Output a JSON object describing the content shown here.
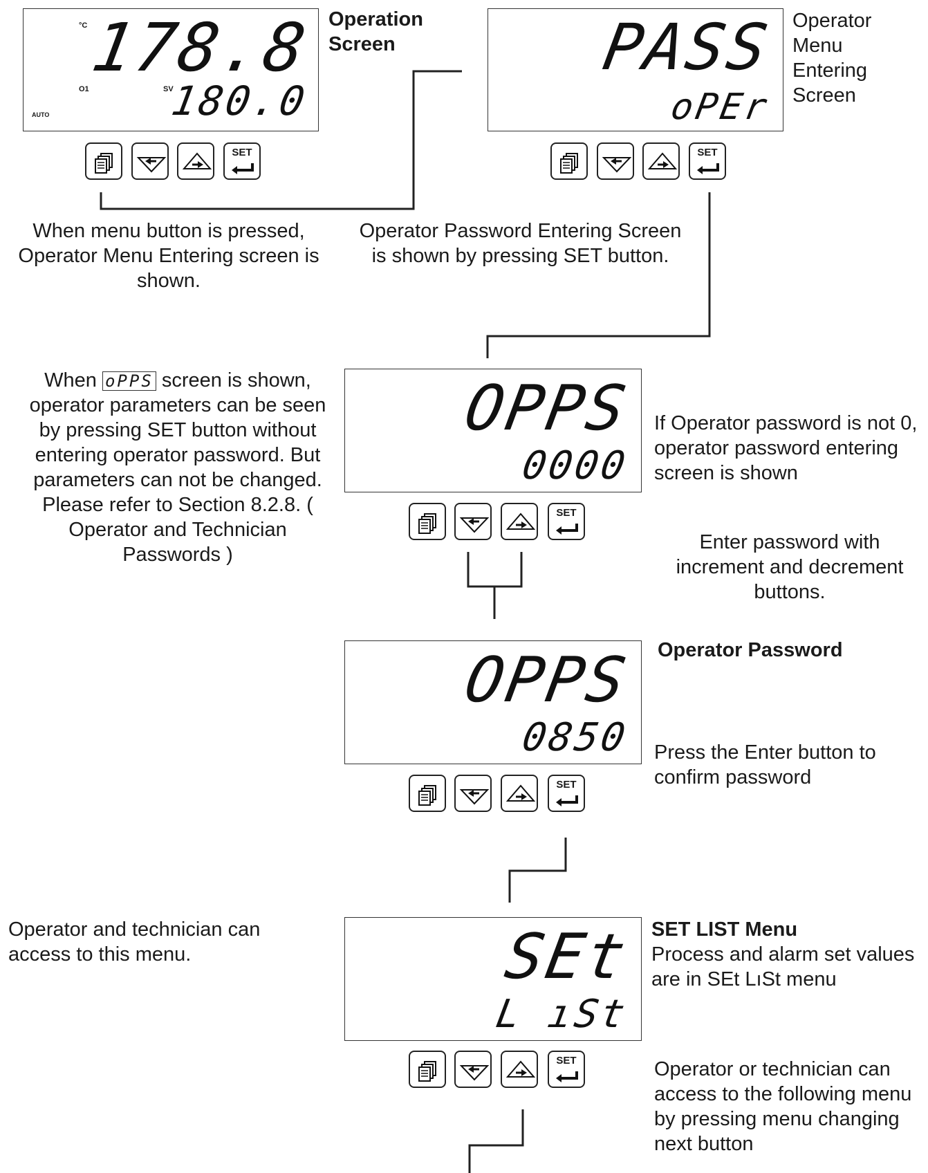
{
  "screens": {
    "operation": {
      "unit": "°C",
      "pv": "178.8",
      "sv": "180.0",
      "o1": "O1",
      "sv_label": "SV",
      "mode": "AUTO"
    },
    "oper_menu": {
      "top": "PASS",
      "bottom": "oPEr"
    },
    "opps_entry": {
      "top": "OPPS",
      "bottom": "0000"
    },
    "opps_password": {
      "top": "OPPS",
      "bottom": "0850"
    },
    "set_list": {
      "top": "SEt",
      "bottom": "L ıSt"
    }
  },
  "buttons": {
    "set_label": "SET"
  },
  "labels": {
    "operation_title": "Operation Screen",
    "oper_menu_title": "Operator Menu Entering Screen",
    "menu_press_note": "When menu button is pressed, Operator Menu Entering screen is shown.",
    "password_screen_note": "Operator Password Entering Screen is shown by pressing SET button.",
    "opps_note_pre": "When",
    "opps_inline": "oPPS",
    "opps_note_post": "screen is shown, operator parameters can be seen by pressing SET button without entering operator password. But parameters can not be changed. Please refer to Section 8.2.8. ( Operator and Technician Passwords )",
    "not_zero_note": "If Operator password is not 0, operator password entering screen is shown",
    "enter_password_note": "Enter password with increment and decrement buttons.",
    "operator_password_title": "Operator Password",
    "confirm_note": "Press the Enter button to confirm password",
    "access_note": "Operator and technician can access to this menu.",
    "set_list_title": "SET LIST Menu",
    "set_list_desc": "Process and alarm set values are in SEt LıSt menu",
    "following_menu_note": "Operator or technician can access to the following menu by pressing menu changing next button"
  }
}
